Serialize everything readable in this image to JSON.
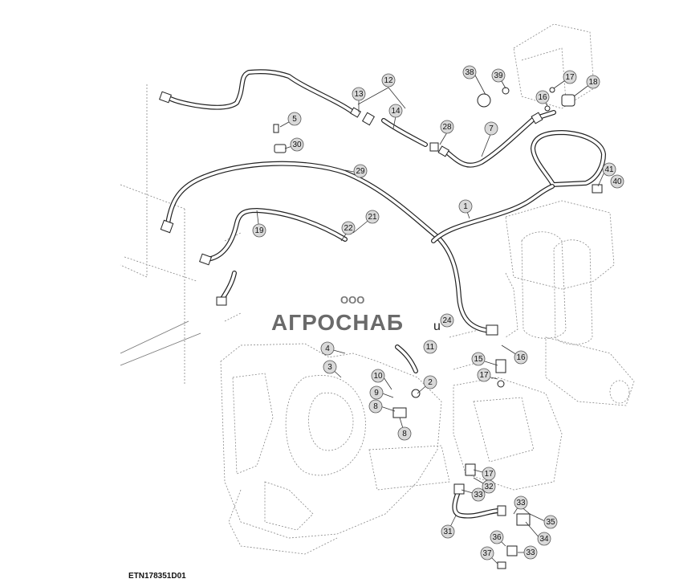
{
  "figure_id": "ETN178351D01",
  "watermark": {
    "brand": "АГРОСНАБ",
    "prefix": "ООО",
    "suffix": "u"
  },
  "callouts": [
    {
      "id": "c1",
      "label": "1"
    },
    {
      "id": "c2",
      "label": "2"
    },
    {
      "id": "c3",
      "label": "3"
    },
    {
      "id": "c4",
      "label": "4"
    },
    {
      "id": "c5",
      "label": "5"
    },
    {
      "id": "c7",
      "label": "7"
    },
    {
      "id": "c8a",
      "label": "8"
    },
    {
      "id": "c8b",
      "label": "8"
    },
    {
      "id": "c9",
      "label": "9"
    },
    {
      "id": "c10",
      "label": "10"
    },
    {
      "id": "c11",
      "label": "11"
    },
    {
      "id": "c12",
      "label": "12"
    },
    {
      "id": "c13",
      "label": "13"
    },
    {
      "id": "c14",
      "label": "14"
    },
    {
      "id": "c15",
      "label": "15"
    },
    {
      "id": "c16a",
      "label": "16"
    },
    {
      "id": "c16b",
      "label": "16"
    },
    {
      "id": "c17a",
      "label": "17"
    },
    {
      "id": "c17b",
      "label": "17"
    },
    {
      "id": "c17c",
      "label": "17"
    },
    {
      "id": "c18",
      "label": "18"
    },
    {
      "id": "c19",
      "label": "19"
    },
    {
      "id": "c21",
      "label": "21"
    },
    {
      "id": "c22",
      "label": "22"
    },
    {
      "id": "c24",
      "label": "24"
    },
    {
      "id": "c28",
      "label": "28"
    },
    {
      "id": "c29",
      "label": "29"
    },
    {
      "id": "c30",
      "label": "30"
    },
    {
      "id": "c31",
      "label": "31"
    },
    {
      "id": "c32",
      "label": "32"
    },
    {
      "id": "c33a",
      "label": "33"
    },
    {
      "id": "c33b",
      "label": "33"
    },
    {
      "id": "c33c",
      "label": "33"
    },
    {
      "id": "c34",
      "label": "34"
    },
    {
      "id": "c35",
      "label": "35"
    },
    {
      "id": "c36",
      "label": "36"
    },
    {
      "id": "c37",
      "label": "37"
    },
    {
      "id": "c38",
      "label": "38"
    },
    {
      "id": "c39",
      "label": "39"
    },
    {
      "id": "c40",
      "label": "40"
    },
    {
      "id": "c41",
      "label": "41"
    }
  ]
}
